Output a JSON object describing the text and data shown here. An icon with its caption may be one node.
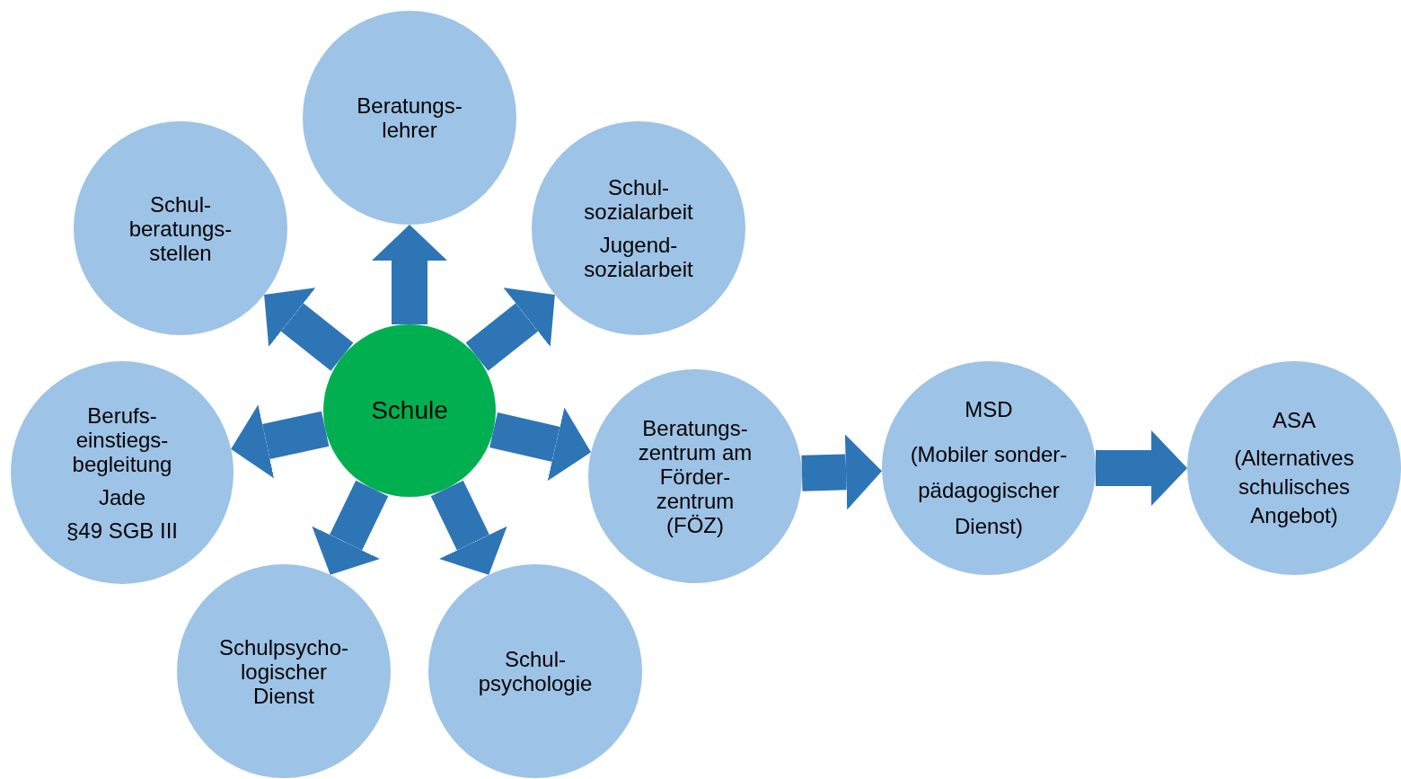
{
  "diagram": {
    "nodes": [
      {
        "text": [
          "Schule"
        ]
      },
      {
        "text": [
          "Beratungs- lehrer"
        ]
      },
      {
        "text": [
          "Schul- sozialarbeit",
          "Jugend- sozialarbeit"
        ]
      },
      {
        "text": [
          "Beratungs- zentrum am Förder- zentrum (FÖZ)"
        ]
      },
      {
        "text": [
          "Schul- psychologie"
        ]
      },
      {
        "text": [
          "Schulpsycho- logischer Dienst"
        ]
      },
      {
        "text": [
          "Berufs- einstiegs- begleitung",
          "Jade",
          "§49 SGB III"
        ]
      },
      {
        "text": [
          "Schul- beratungs- stellen"
        ]
      },
      {
        "text": [
          "MSD",
          "(Mobiler sonder- pädagogischer Dienst)"
        ]
      },
      {
        "text": [
          "ASA",
          "(Alternatives schulisches Angebot)"
        ]
      }
    ],
    "edges": [
      {
        "from": 0,
        "to": 1,
        "arrow": "to"
      },
      {
        "from": 0,
        "to": 2,
        "arrow": "to"
      },
      {
        "from": 0,
        "to": 3,
        "arrow": "to"
      },
      {
        "from": 0,
        "to": 4,
        "arrow": "to"
      },
      {
        "from": 0,
        "to": 5,
        "arrow": "to"
      },
      {
        "from": 0,
        "to": 6,
        "arrow": "to"
      },
      {
        "from": 0,
        "to": 7,
        "arrow": "to"
      },
      {
        "from": 3,
        "to": 8,
        "arrow": "to"
      },
      {
        "from": 8,
        "to": 9,
        "arrow": "to"
      }
    ]
  }
}
